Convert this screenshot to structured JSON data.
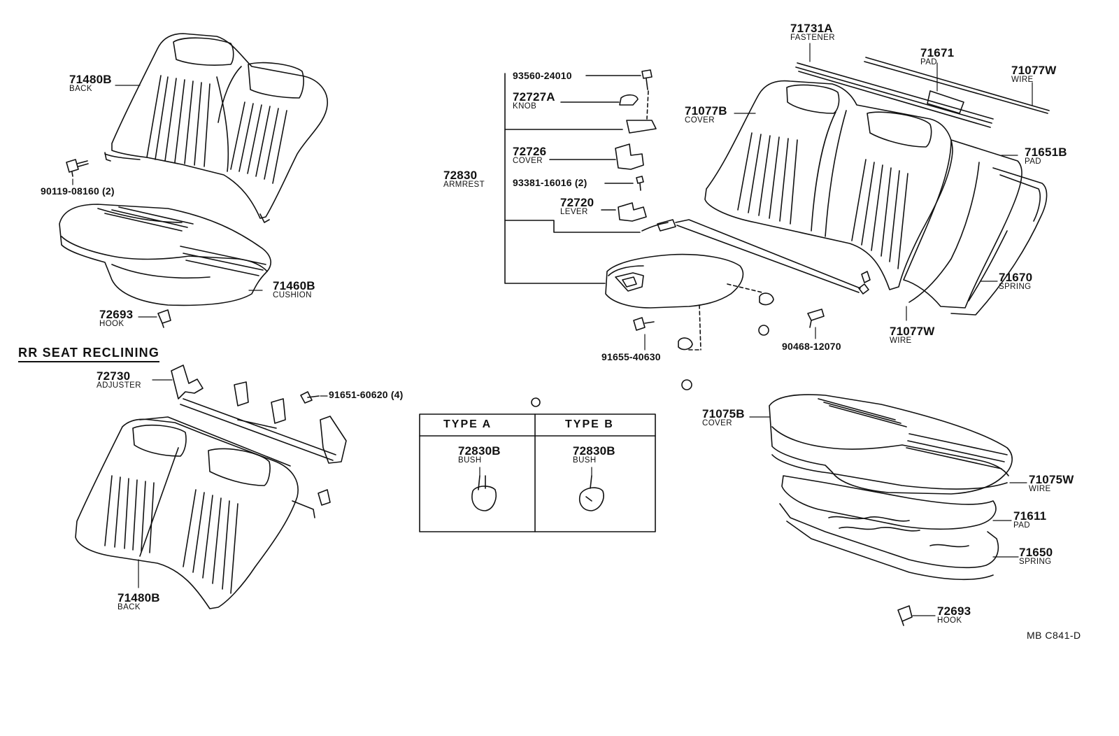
{
  "section": {
    "title": "RR SEAT RECLINING"
  },
  "labels": {
    "l_71480B_top": {
      "num": "71480B",
      "name": "BACK"
    },
    "l_90119": {
      "pn": "90119-08160 (2)"
    },
    "l_71460B": {
      "num": "71460B",
      "name": "CUSHION"
    },
    "l_72693_left": {
      "num": "72693",
      "name": "HOOK"
    },
    "l_72730": {
      "num": "72730",
      "name": "ADJUSTER"
    },
    "l_91651": {
      "pn": "91651-60620 (4)"
    },
    "l_71480B_bottom": {
      "num": "71480B",
      "name": "BACK"
    },
    "l_93560": {
      "pn": "93560-24010"
    },
    "l_72727A": {
      "num": "72727A",
      "name": "KNOB"
    },
    "l_72726": {
      "num": "72726",
      "name": "COVER"
    },
    "l_72830": {
      "num": "72830",
      "name": "ARMREST"
    },
    "l_93381": {
      "pn": "93381-16016 (2)"
    },
    "l_72720": {
      "num": "72720",
      "name": "LEVER"
    },
    "l_91655": {
      "pn": "91655-40630"
    },
    "l_90468": {
      "pn": "90468-12070"
    },
    "l_71731A": {
      "num": "71731A",
      "name": "FASTENER"
    },
    "l_71671": {
      "num": "71671",
      "name": "PAD"
    },
    "l_71077W_top": {
      "num": "71077W",
      "name": "WIRE"
    },
    "l_71077B": {
      "num": "71077B",
      "name": "COVER"
    },
    "l_71651B": {
      "num": "71651B",
      "name": "PAD"
    },
    "l_71670": {
      "num": "71670",
      "name": "SPRING"
    },
    "l_71077W_bottom": {
      "num": "71077W",
      "name": "WIRE"
    },
    "l_71075B": {
      "num": "71075B",
      "name": "COVER"
    },
    "l_71075W": {
      "num": "71075W",
      "name": "WIRE"
    },
    "l_71611": {
      "num": "71611",
      "name": "PAD"
    },
    "l_71650": {
      "num": "71650",
      "name": "SPRING"
    },
    "l_72693_right": {
      "num": "72693",
      "name": "HOOK"
    }
  },
  "type_table": {
    "type_a": {
      "heading": "TYPE  A",
      "num": "72830B",
      "name": "BUSH"
    },
    "type_b": {
      "heading": "TYPE  B",
      "num": "72830B",
      "name": "BUSH"
    }
  },
  "ref_code": "MB  C841-D"
}
